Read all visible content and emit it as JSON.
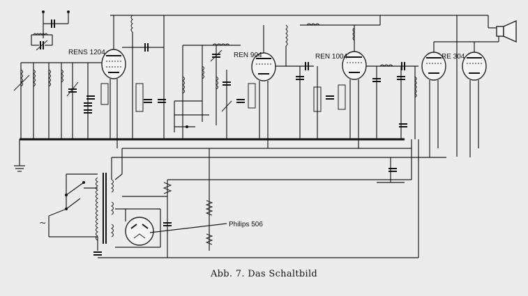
{
  "labels": {
    "tube1": "RENS 1204",
    "tube2": "REN 904",
    "tube3": "REN 1004",
    "tube4": "RE 304",
    "rectifier": "Philips 506",
    "ac_symbol": "~"
  },
  "caption": "Abb. 7. Das Schaltbild"
}
